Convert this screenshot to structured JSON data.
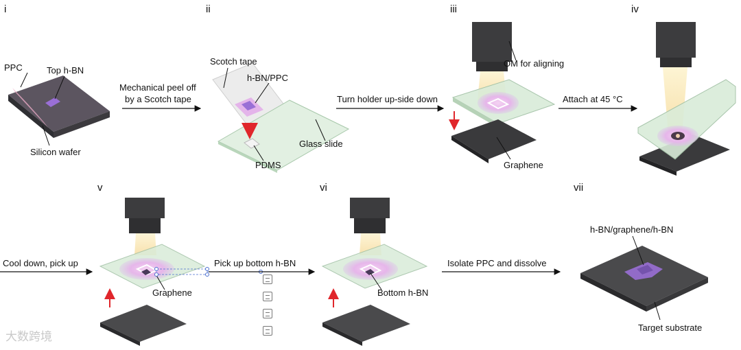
{
  "panels": {
    "i": "i",
    "ii": "ii",
    "iii": "iii",
    "iv": "iv",
    "v": "v",
    "vi": "vi",
    "vii": "vii"
  },
  "labels": {
    "ppc": "PPC",
    "top_hbn": "Top h-BN",
    "silicon_wafer": "Silicon wafer",
    "scotch_tape": "Scotch tape",
    "hbn_ppc": "h-BN/PPC",
    "glass_slide": "Glass slide",
    "pdms": "PDMS",
    "om_for_aligning": "OM for aligning",
    "graphene_iii": "Graphene",
    "graphene_v": "Graphene",
    "bottom_hbn": "Bottom h-BN",
    "stack": "h-BN/graphene/h-BN",
    "target_substrate": "Target substrate"
  },
  "steps": {
    "s1_line1": "Mechanical peel off",
    "s1_line2": "by a Scotch tape",
    "s2": "Turn holder up-side down",
    "s3": "Attach at 45 °C",
    "s4": "Cool down, pick up",
    "s5": "Pick up bottom h-BN",
    "s6": "Isolate PPC and dissolve"
  },
  "watermark": "大数跨境",
  "colors": {
    "wafer_top": "#5c5560",
    "wafer_side": "#2f2f33",
    "substrate": "#4a4a4c",
    "glass": "#dff0e0",
    "glass_edge": "#9fbfa3",
    "ppc_pink": "#e6b8e8",
    "hbn_purple": "#9a6fd6",
    "objective": "#3c3c3e",
    "beam": "#fbe9b8",
    "arrow_red": "#e0262b"
  }
}
